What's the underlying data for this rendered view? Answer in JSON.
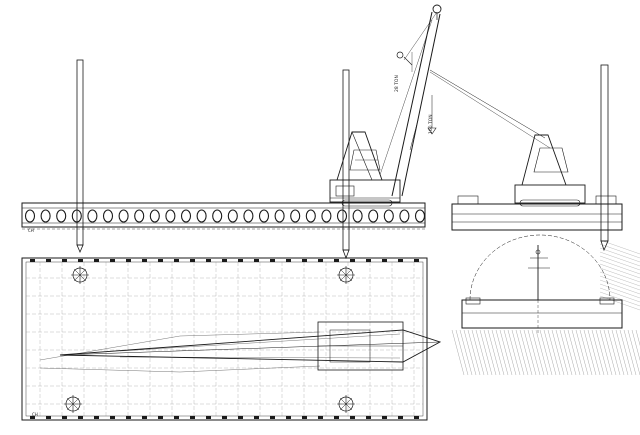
{
  "drawing": {
    "annotations": {
      "hook_load_small": "28 TON",
      "hook_load_large": "160 TON",
      "deck_mark_left": "CH",
      "plan_mark_left": "CH"
    },
    "colors": {
      "ink": "#1a1a1a",
      "paper": "#ffffff",
      "hatch": "#555555"
    },
    "tires_count_side_view": 26,
    "spuds_count_plan": 4
  }
}
